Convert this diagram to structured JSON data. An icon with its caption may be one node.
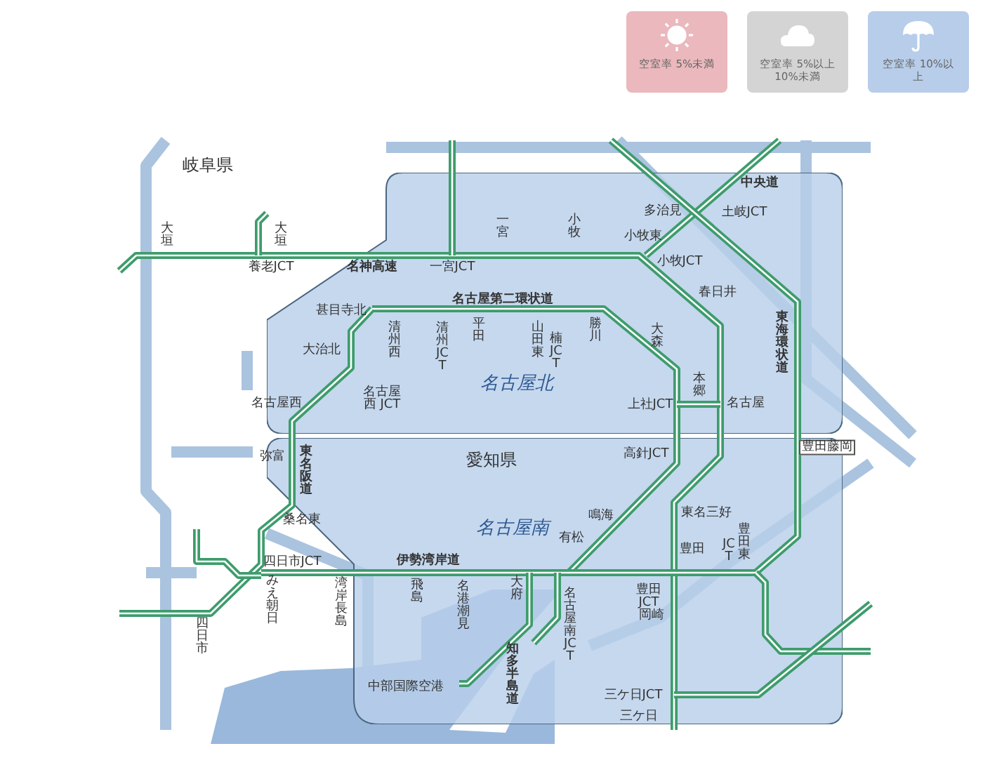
{
  "diagram": {
    "nodes": [
      {
        "text": [
          "名古屋北"
        ]
      },
      {
        "text": [
          "名古屋南"
        ]
      }
    ],
    "labels": [
      "岐阜県",
      "大垣",
      "大垣",
      "養老JCT",
      "名神高速",
      "一宮",
      "小牧",
      "一宮JCT",
      "多治見",
      "中央道",
      "土岐JCT",
      "小牧東",
      "小牧JCT",
      "春日井",
      "名古屋第二環状道",
      "甚目寺北",
      "清州西",
      "清州JCT",
      "平田",
      "山田東",
      "楠JCT",
      "勝川",
      "大森",
      "東海環状道",
      "大治北",
      "名古屋西 JCT",
      "名古屋西",
      "本郷",
      "上社JCT",
      "名古屋",
      "弥富",
      "愛知県",
      "東名阪道",
      "高針JCT",
      "豊田藤岡",
      "鳴海",
      "東名三好",
      "有松",
      "桑名東",
      "豊田",
      "豊田東",
      "JCT",
      "四日市JCT",
      "伊勢湾岸道",
      "みえ朝日",
      "湾岸長島",
      "飛島",
      "名港潮見",
      "大府",
      "名古屋南JCT",
      "豊田 JCT",
      "岡崎",
      "四日市",
      "知多半島道",
      "中部国際空港",
      "三ケ日JCT",
      "三ケ日"
    ],
    "legend": [
      {
        "text": "空室率 5%未満",
        "color": "#eab8bd"
      },
      {
        "text": "空室率 5%以上10%未満",
        "color": "#d4d4d4"
      },
      {
        "text": "空室率 10%以上",
        "color": "#b7cde9"
      }
    ]
  }
}
